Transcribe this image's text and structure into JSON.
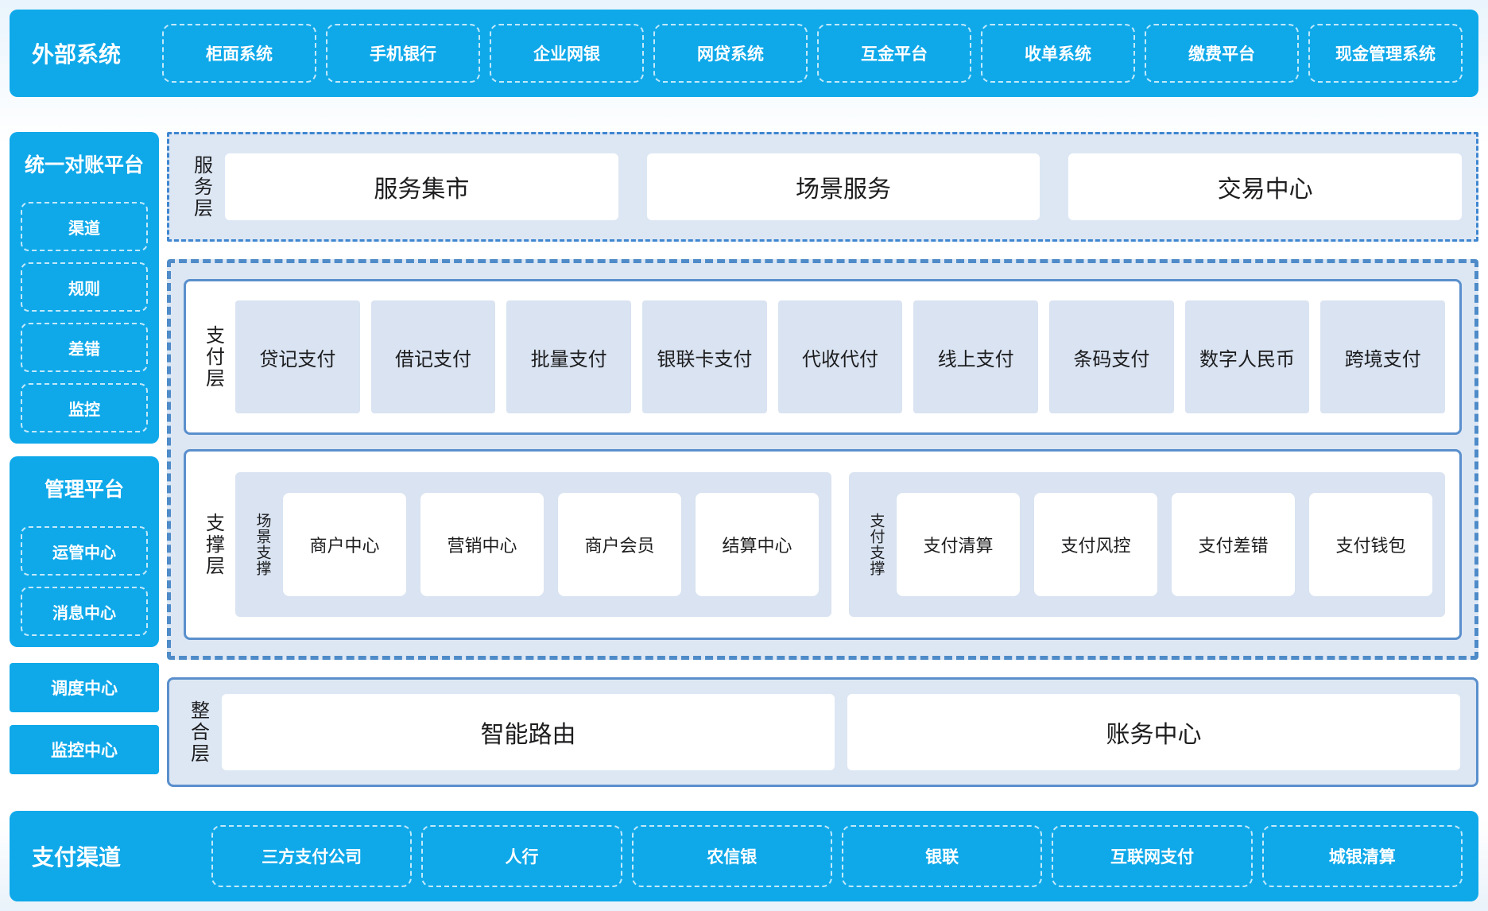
{
  "colors": {
    "brand_blue": "#0fa9ea",
    "panel_bg": "#dde7f4",
    "tile_bg": "#d9e3f1",
    "solid_border": "#5a8fcc",
    "dashed_border": "#4e8bc8",
    "text": "#1d1d1f"
  },
  "top_bar": {
    "label": "外部系统",
    "items": [
      "柜面系统",
      "手机银行",
      "企业网银",
      "网贷系统",
      "互金平台",
      "收单系统",
      "缴费平台",
      "现金管理系统"
    ]
  },
  "sidebar": {
    "recon_platform": {
      "title": "统一对账平台",
      "items": [
        "渠道",
        "规则",
        "差错",
        "监控"
      ]
    },
    "mgmt_platform": {
      "title": "管理平台",
      "items": [
        "运管中心",
        "消息中心"
      ]
    },
    "buttons": [
      "调度中心",
      "监控中心"
    ]
  },
  "layers": {
    "service": {
      "label": "服务层",
      "items": [
        "服务集市",
        "场景服务",
        "交易中心"
      ]
    },
    "payment": {
      "label": "支付层",
      "items": [
        "贷记支付",
        "借记支付",
        "批量支付",
        "银联卡支付",
        "代收代付",
        "线上支付",
        "条码支付",
        "数字人民币",
        "跨境支付"
      ]
    },
    "support": {
      "label": "支撑层",
      "groups": [
        {
          "label": "场景支撑",
          "items": [
            "商户中心",
            "营销中心",
            "商户会员",
            "结算中心"
          ]
        },
        {
          "label": "支付支撑",
          "items": [
            "支付清算",
            "支付风控",
            "支付差错",
            "支付钱包"
          ]
        }
      ]
    },
    "integration": {
      "label": "整合层",
      "items": [
        "智能路由",
        "账务中心"
      ]
    }
  },
  "bottom_bar": {
    "label": "支付渠道",
    "items": [
      "三方支付公司",
      "人行",
      "农信银",
      "银联",
      "互联网支付",
      "城银清算"
    ]
  }
}
